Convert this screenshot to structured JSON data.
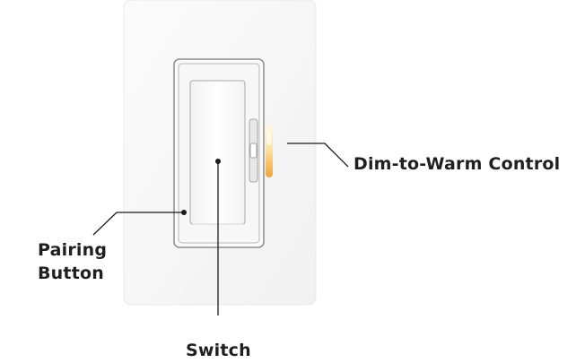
{
  "labels": {
    "dim_to_warm": "Dim-to-Warm Control",
    "pairing_line1": "Pairing",
    "pairing_line2": "Button",
    "switch": "Switch"
  },
  "colors": {
    "wallplate": "#f7f7f7",
    "wallplate_edge": "#e6e6e6",
    "frame": "#8e8e8e",
    "paddle": "#fdfdfd",
    "warm_glow": "#f4c36a",
    "leader_line": "#1a1a1a",
    "text": "#1f1f1f"
  },
  "icons": {
    "warm_indicator": "warm-light-glow"
  }
}
